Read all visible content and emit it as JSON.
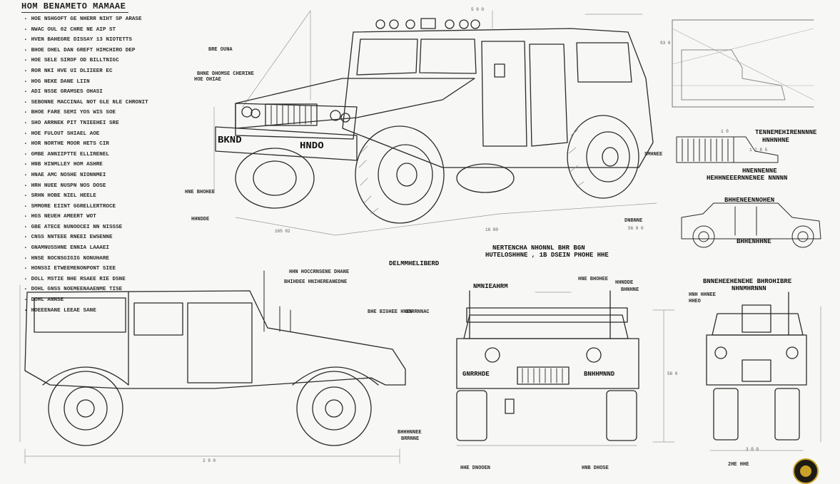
{
  "sheet": {
    "title": "HOM BENAMETO MAMAAE",
    "spec_lines": [
      "HOE NSHGOFT GE NHERR NIHT SP ARASE",
      "NWAC OUL 02 CHRE NE AIP ST",
      "HVEN BAHEGRE DISSAY 13 NIOTETTS",
      "BHOE OHEL DAN GREFT HIMCHIRO DEP",
      "HOE SELE SIROF OD BILLTNIGC",
      "ROR NKI HVE UI DLIIEER EC",
      "HOG NEKE DANE LIIN",
      "ADI NSSE GRAMSES OHASI",
      "SEBONNE MACCINAL NOT GLE NLE CHRONIT",
      "BHOE FARE SEMI YOS WIS SOE",
      "SHO ARRNEK PIT TNIEEHEI SRE",
      "HOE FULOUT SHIAEL AOE",
      "HOR NORTHE MOOR HETS CIR",
      "GMBE ANNIIPTTE ELLIRENEL",
      "HNB HINMLLEY HOM ASHRE",
      "HNAE AMC NOSHE NIONNMEI",
      "HRH NUEE NUSPN NOS DOSE",
      "SRHN HOBE NIEL HEELE",
      "SMMORE EIINT GGRELLERTROCE",
      "HGS NEUEH AMEERT WOT",
      "GBE ATECE NUNOOCEI NN NISSSE",
      "CNSS NNTEEE RNEEI EWSENNE",
      "GNAMNUSSHNE ENNIA LAAAEI",
      "HNSE NOCNSGIGIG NONUHARE",
      "HONSSI ETWEEMENONPONT SIEE",
      "DOLL MSTIE NHE RSAEE RIE DSNE",
      "DOHL GNSS NOEMEENAAENME TISE",
      "DOHL ANNSE",
      "HOEEENANE LEEAE SANE"
    ],
    "labels": {
      "top_center_dim": "5 0 0",
      "hood_callout": "BRE OUNA",
      "left_callout_1": "BHNE DHOMSE CHERINE",
      "left_callout_2": "HOE OHIAE",
      "dim_base_left": "165 02",
      "dim_base_mid": "16 00",
      "bumper_marking_left": "BKND",
      "bumper_marking_right": "HNDO",
      "front_callout_1": "HNE BHOHEE",
      "front_callout_2": "HHNDDE",
      "rear_callout": "SMHNEE",
      "rear_dim": "56 0 0",
      "rear_dim_2": "DNBNNE",
      "center_heading_1": "NERTENCHA NHONNL BHR BGN",
      "center_heading_2": "HUTELOSHHNE , 1B DSEIN PHOHE HHE",
      "center_heading_3": "DELMMHELIBERD",
      "inset_top_dim": "93 0",
      "inset_top_dim_2": "1 0",
      "inset_mid_title": "TENNEMEHIRENNNNE",
      "inset_mid_title_2": "HNHNHNE",
      "inset_mid_small": "1 2 8 5",
      "inset_heading": "HNENNENNE",
      "inset_heading_2": "HEHHNEEERNNENEE NNNNN",
      "inset_small_label": "BHHENEENNOHEN",
      "inset_small_caption": "BHHENHHNE",
      "side_callout_1": "HHN HOCCRNSENE DHANE",
      "side_callout_2": "BHIHDEE HNIHEREANEDNE",
      "side_callout_3": "BHE BIGHEE HNEN",
      "side_callout_4": "SSRRNNAC",
      "side_bottom_callout": "BHHHNNEE",
      "side_bottom_callout_2": "BRRNNE",
      "side_dim": "2 9 0",
      "front_view_title": "NMNIEAHRM",
      "front_left_marking": "GNRRHDE",
      "front_right_marking": "BNHHMNND",
      "front_callout_3": "BHNHNE",
      "front_dim": "56 0",
      "front_dim_2": "HHE DNOOEN",
      "front_dim_3": "HNB DHOSE",
      "rear_view_title": "BNNEHEEHENEHE BHROHIBRE",
      "rear_view_title_2": "NHNMHRNNN",
      "rear_callout_1": "HNH HHNEE",
      "rear_callout_2": "HHEO",
      "rear_dim_a": "3 0 0",
      "rear_dim_b": "2HE HHE"
    }
  }
}
